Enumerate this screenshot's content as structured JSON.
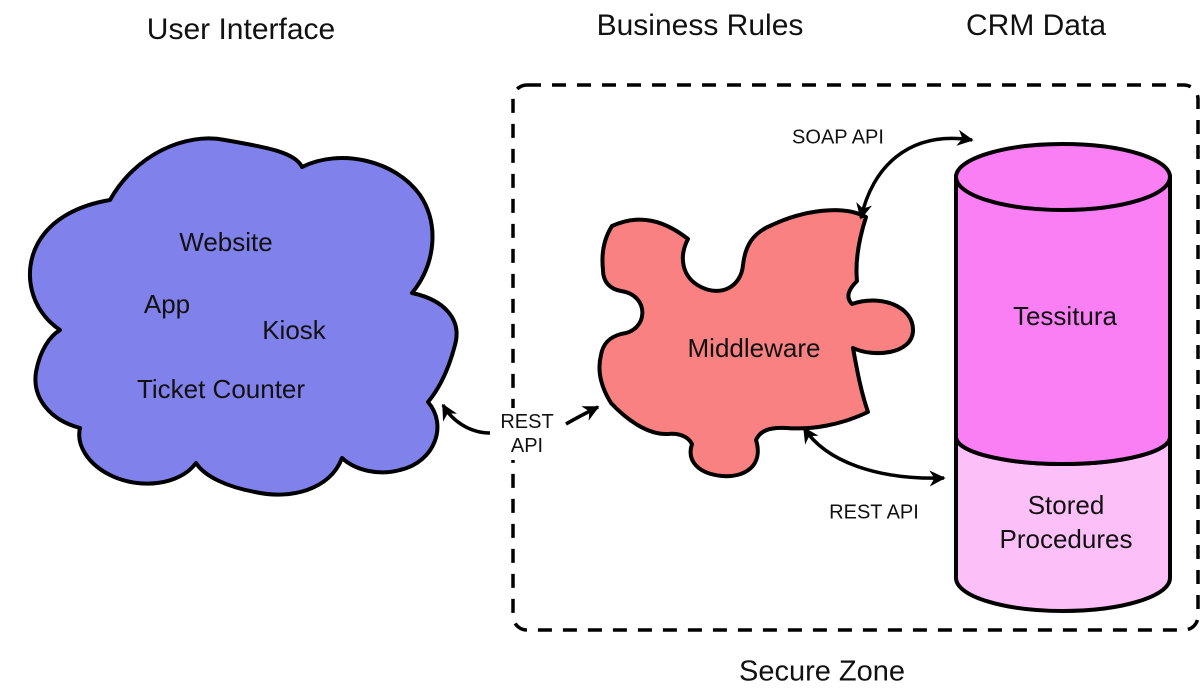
{
  "colors": {
    "background": "#ffffff",
    "outline": "#000000",
    "cloud_fill": "#8181EC",
    "puzzle_fill": "#F98181",
    "db_top_fill": "#FA7FF4",
    "db_bottom_fill": "#FCBFF7"
  },
  "headers": {
    "user_interface": "User Interface",
    "business_rules": "Business Rules",
    "crm_data": "CRM Data"
  },
  "cloud": {
    "items": [
      "Website",
      "App",
      "Kiosk",
      "Ticket Counter"
    ]
  },
  "middleware": {
    "label": "Middleware"
  },
  "database": {
    "top_label": "Tessitura",
    "bottom_label_line1": "Stored",
    "bottom_label_line2": "Procedures"
  },
  "connections": {
    "soap_api_label": "SOAP API",
    "rest_api_cloud_line1": "REST",
    "rest_api_cloud_line2": "API",
    "rest_api_db_label": "REST API"
  },
  "secure_zone_label": "Secure Zone"
}
